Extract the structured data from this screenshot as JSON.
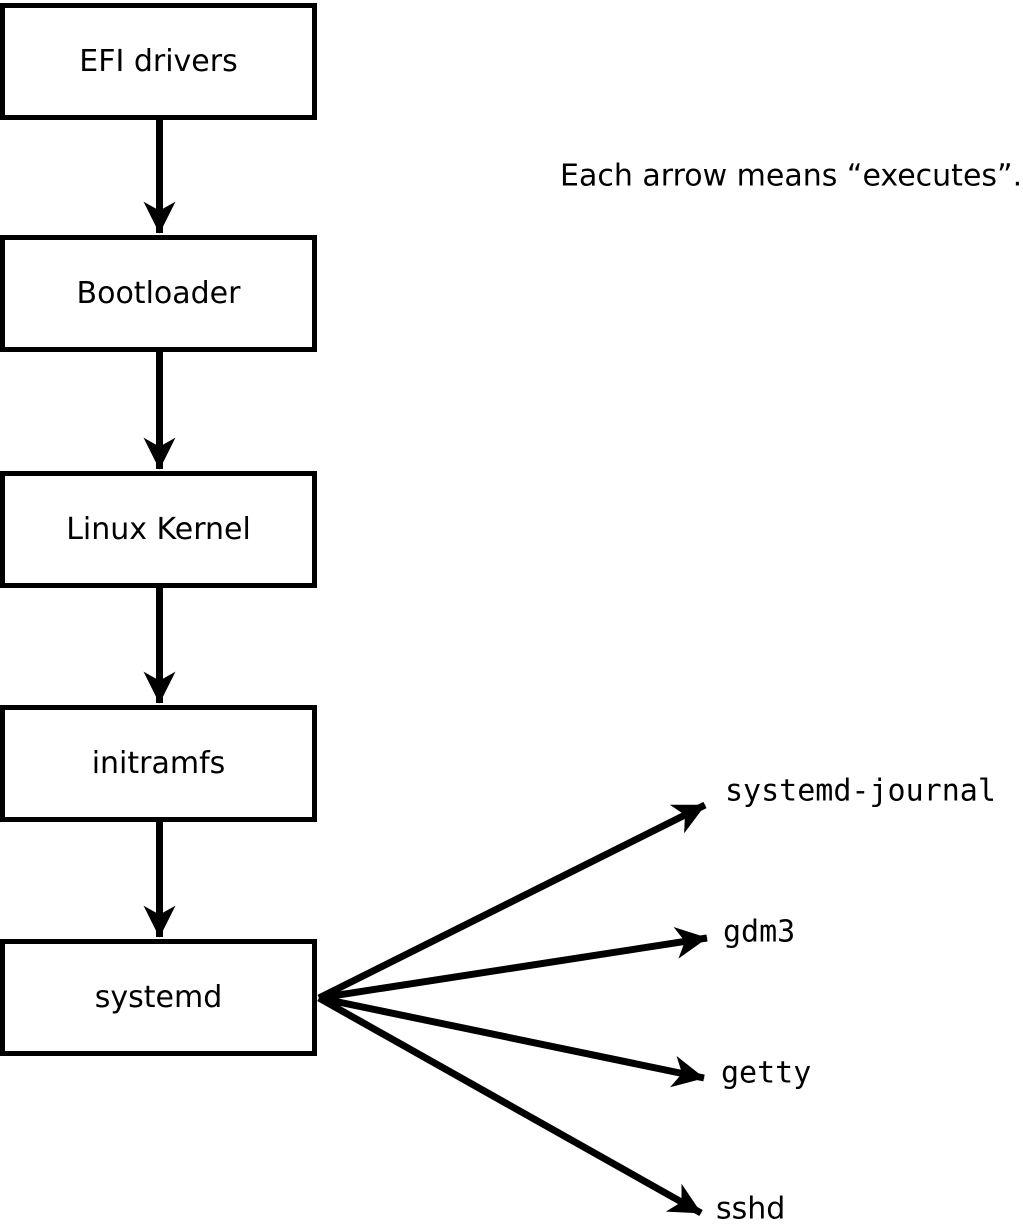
{
  "diagram": {
    "note": "Each arrow means “executes”.",
    "arrow_meaning": "executes",
    "boxes": [
      {
        "label": "EFI drivers"
      },
      {
        "label": "Bootloader"
      },
      {
        "label": "Linux Kernel"
      },
      {
        "label": "initramfs"
      },
      {
        "label": "systemd"
      }
    ],
    "spawned": [
      {
        "label": "systemd-journal"
      },
      {
        "label": "gdm3"
      },
      {
        "label": "getty"
      },
      {
        "label": "sshd"
      }
    ],
    "colors": {
      "stroke": "#000000",
      "background": "#ffffff",
      "box_fill": "#ffffff"
    }
  }
}
